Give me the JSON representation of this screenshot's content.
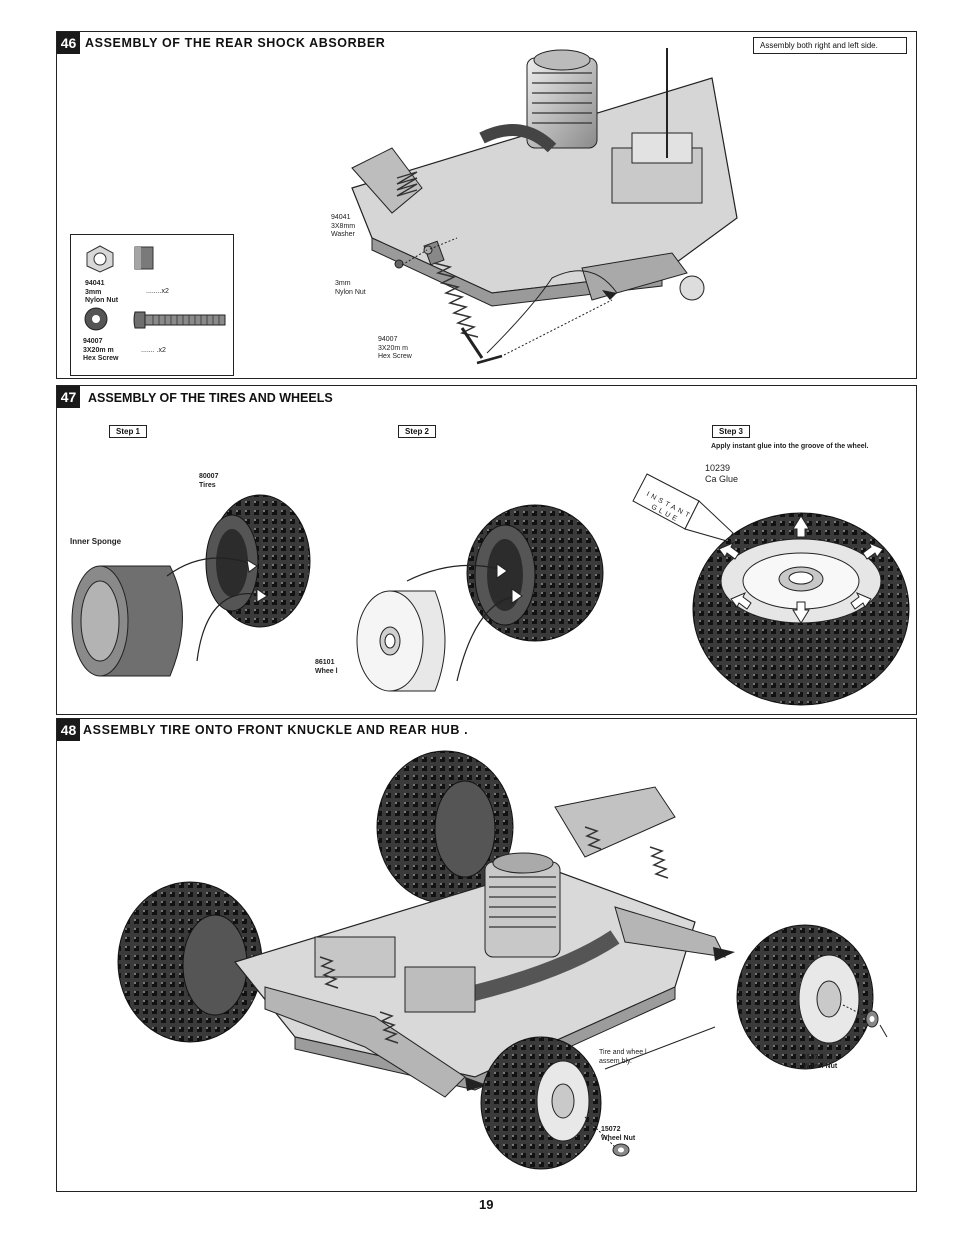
{
  "steps": [
    {
      "number": "46",
      "title": "ASSEMBLY OF THE  REAR SHOCK  ABSORBER",
      "note": "Assembly both right and left side.",
      "parts_box": [
        {
          "code": "94041",
          "line1": "3mm",
          "line2": "Nylon Nut",
          "qty": "........x2",
          "icon": "nylon-nut-icon"
        },
        {
          "code": "94007",
          "line1": "3X20m  m",
          "line2": "Hex Screw",
          "qty": ".......  .x2",
          "icon": "hex-screw-icon"
        }
      ],
      "callouts": [
        {
          "code": "94041",
          "line1": "3X8mm",
          "line2": "Washer"
        },
        {
          "code": "",
          "line1": "3mm",
          "line2": "Nylon  Nut"
        },
        {
          "code": "94007",
          "line1": "3X20m  m",
          "line2": "Hex Screw"
        }
      ]
    },
    {
      "number": "47",
      "title": "ASSEMBLY OF THE TIRES AND WHEELS",
      "substeps": [
        "Step 1",
        "Step 2",
        "Step 3"
      ],
      "step3_note": "Apply instant glue into the groove of the wheel.",
      "labels": {
        "tires_code": "80007",
        "tires": "Tires",
        "sponge": "Inner Sponge",
        "wheel_code": "86101",
        "wheel": "Whee  l",
        "glue_code": "10239",
        "glue": "Ca Glue",
        "glue_bottle_line1": "INSTANT",
        "glue_bottle_line2": "GLUE"
      }
    },
    {
      "number": "48",
      "title": "ASSEMBLY TIRE ONTO FRONT KNUCKLE AND REAR HUB .",
      "labels": {
        "assembly_line1": "Tire and whee    l",
        "assembly_line2": "assem  bly.",
        "nut1_code": "15072",
        "nut1": "Wheel Nut",
        "nut2_code": "15072",
        "nut2": "Wheel   Nut"
      }
    }
  ],
  "page_number": "19"
}
